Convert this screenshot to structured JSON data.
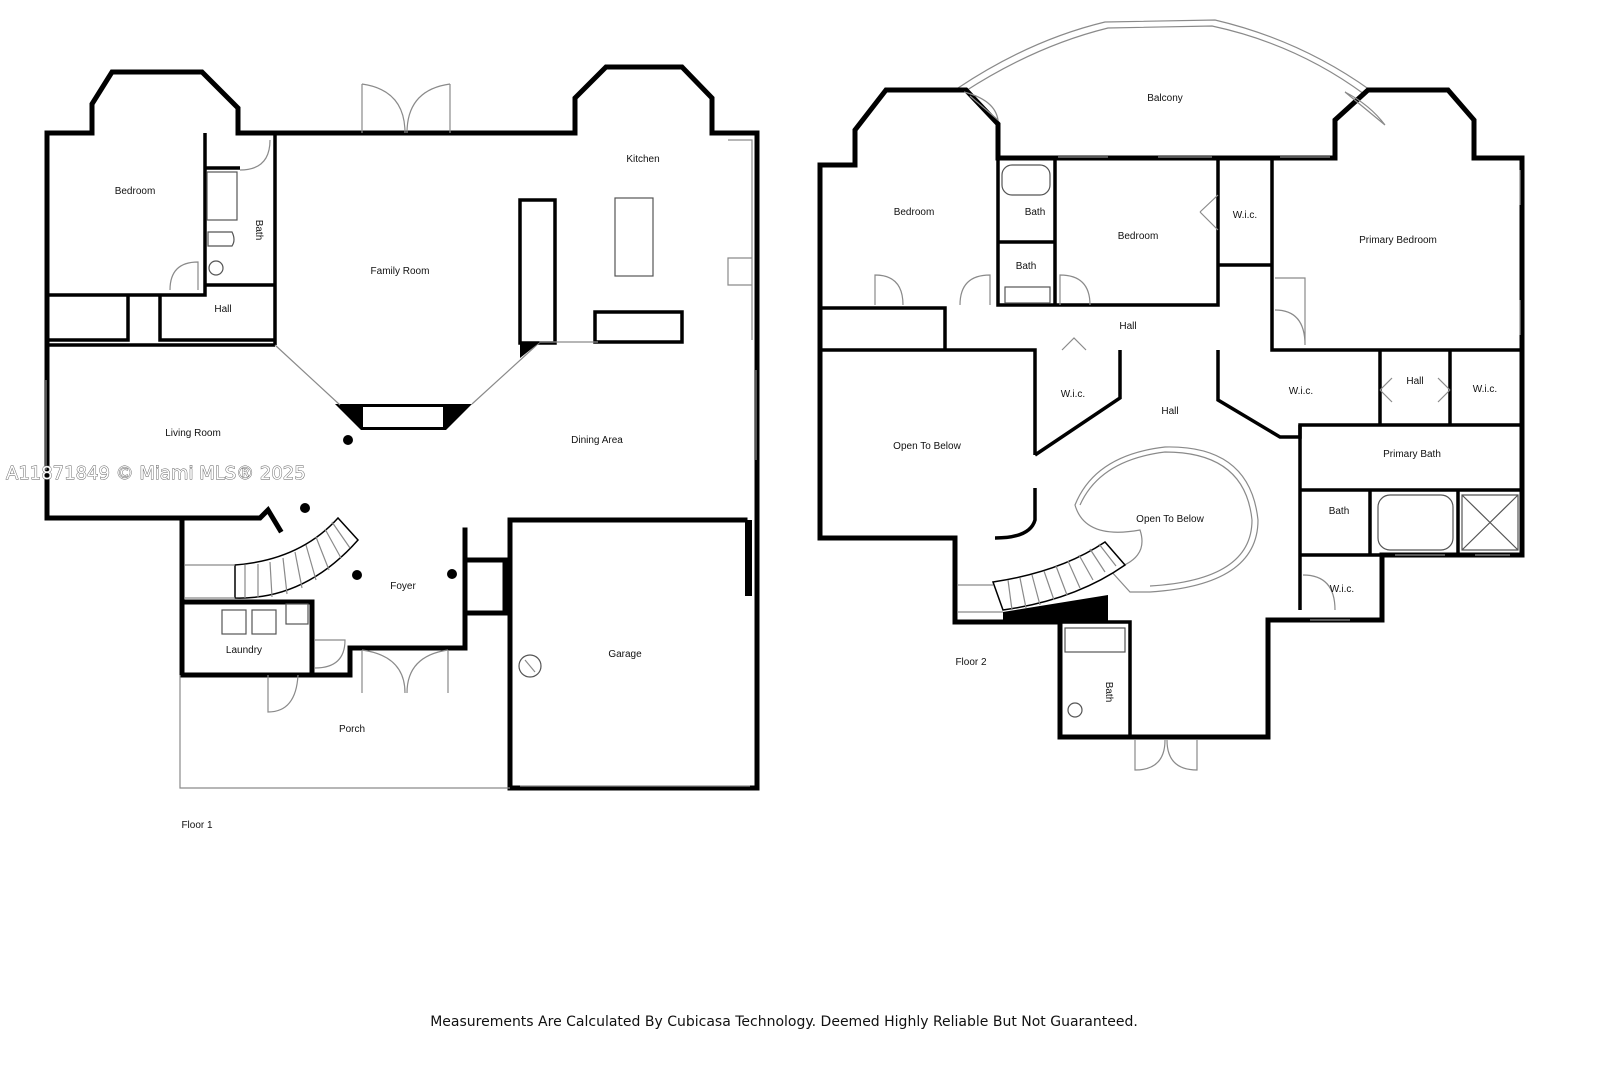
{
  "watermark": "A11871849 © Miami MLS® 2025",
  "disclaimer": "Measurements Are Calculated By Cubicasa Technology. Deemed Highly Reliable But Not Guaranteed.",
  "floor1": {
    "label": "Floor 1",
    "rooms": {
      "bedroom": "Bedroom",
      "bath": "Bath",
      "hall": "Hall",
      "family_room": "Family Room",
      "kitchen": "Kitchen",
      "living_room": "Living Room",
      "dining_area": "Dining Area",
      "foyer": "Foyer",
      "laundry": "Laundry",
      "porch": "Porch",
      "garage": "Garage"
    }
  },
  "floor2": {
    "label": "Floor 2",
    "rooms": {
      "balcony": "Balcony",
      "bedroom_left": "Bedroom",
      "bath_upper": "Bath",
      "bath_lower": "Bath",
      "bedroom_mid": "Bedroom",
      "wic_mid": "W.i.c.",
      "primary_bedroom": "Primary Bedroom",
      "hall_top": "Hall",
      "open_to_below_left": "Open To Below",
      "wic_center": "W.i.c.",
      "hall_center": "Hall",
      "wic_right": "W.i.c.",
      "hall_small": "Hall",
      "wic_far_right": "W.i.c.",
      "primary_bath": "Primary Bath",
      "open_to_below_center": "Open To Below",
      "bath_small": "Bath",
      "wic_bottom": "W.i.c.",
      "bath_bottom": "Bath"
    }
  }
}
